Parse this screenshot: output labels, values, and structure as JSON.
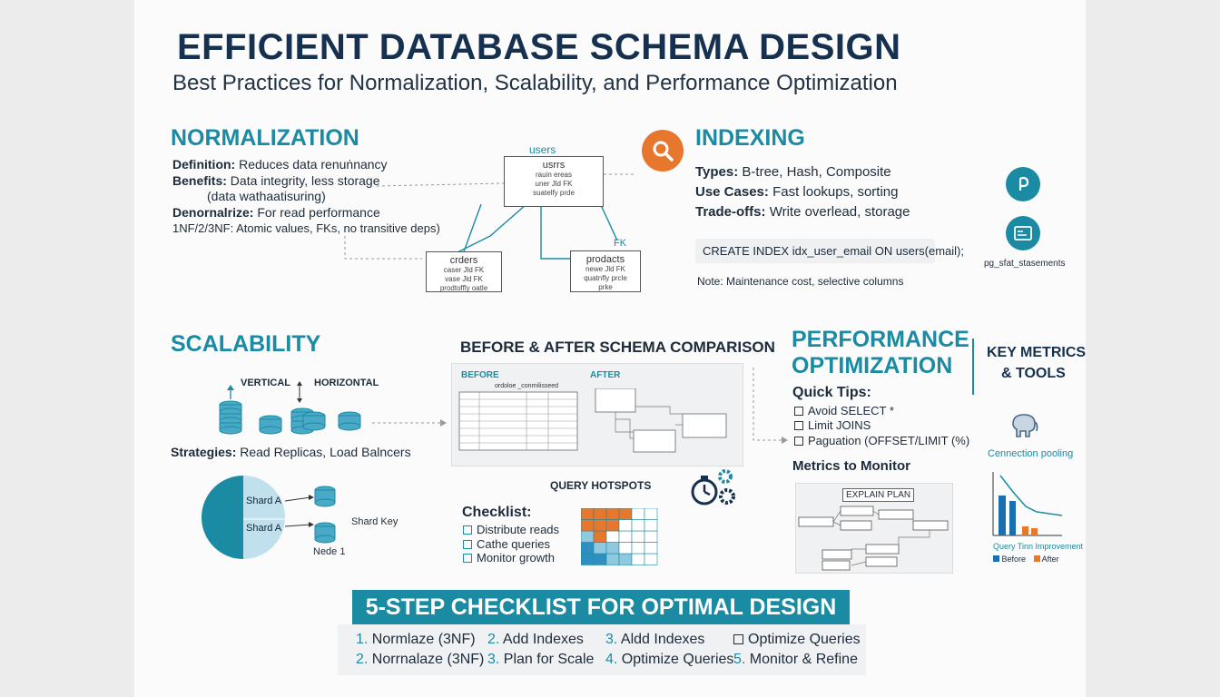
{
  "title": "EFFICIENT DATABASE SCHEMA DESIGN",
  "subtitle": "Best Practices for Normalization, Scalability, and Performance Optimization",
  "normalization": {
    "heading": "NORMALIZATION",
    "definition_label": "Definition:",
    "definition_text": "Reduces data renuṅnancy",
    "benefits_label": "Benefits:",
    "benefits_text": "Data integrity, less storage",
    "benefits_note": "(data wathaatisuring)",
    "denorm_label": "Denornalrize:",
    "denorm_text": "For read performance",
    "nf_text": "1NF/2/3NF: Atomic values, FKs, no transitive deps)"
  },
  "er_diagram": {
    "users_caption": "users",
    "users_title": "usrrs",
    "users_lines": [
      "rauin   ereas",
      "uner  Jld  FK",
      "suatelfy   prde"
    ],
    "orders_title": "crders",
    "orders_lines": [
      "caser  Jld  FK",
      "vase  Jld  FK",
      "prodtoffly   oatle"
    ],
    "products_title": "prodacts",
    "products_lines": [
      "newe  Jld  FK",
      "quatnfly   prcle",
      "prke"
    ],
    "fk_label": "FK"
  },
  "indexing": {
    "heading": "INDEXING",
    "types_label": "Types:",
    "types_text": "B-tree, Hash, Composite",
    "uses_label": "Use Cases:",
    "uses_text": "Fast lookups, sorting",
    "tradeoffs_label": "Trade-offs:",
    "tradeoffs_text": "Write overlead, storage",
    "code": "CREATE INDEX idx_user_email ON users(email);",
    "note": "Note: Maintenance cost, selective columns"
  },
  "tools_top": {
    "label": "pg_sfat_stasements"
  },
  "scalability": {
    "heading": "SCALABILITY",
    "vertical": "VERTICAL",
    "horizontal": "HORIZONTAL",
    "strategies_label": "Strategies:",
    "strategies_text": "Read Replicas, Load Balncers",
    "shard_a1": "Shard A",
    "shard_a2": "Shard A",
    "shard_key": "Shard Key",
    "node": "Nede 1"
  },
  "comparison": {
    "heading": "BEFORE & AFTER SCHEMA COMPARISON",
    "before": "BEFORE",
    "after": "AFTER",
    "table_caption": "ordoloe  _conrnilisseed"
  },
  "hotspots": {
    "heading": "QUERY HOTSPOTS",
    "grid": [
      [
        2,
        2,
        1,
        1,
        0,
        0
      ],
      [
        2,
        1,
        1,
        0,
        0,
        0
      ],
      [
        1,
        3,
        0,
        0,
        0,
        0
      ],
      [
        3,
        3,
        3,
        0,
        0,
        0
      ],
      [
        3,
        3,
        3,
        3,
        0,
        0
      ]
    ]
  },
  "checklist": {
    "heading": "Checklist:",
    "items": [
      "Distribute reads",
      "Cathe queries",
      "Monitor growth"
    ]
  },
  "performance": {
    "heading_line1": "PERFORMANCE",
    "heading_line2": "OPTIMIZATION",
    "tips_heading": "Quick Tips:",
    "tips": [
      "Avoid SELECT *",
      "Limit JOINS",
      "Paguation (OFFSET/LIMIT (%)"
    ],
    "metrics_heading": "Metrics to Monitor",
    "explain_label": "EXPLAIN PLAN"
  },
  "key_metrics": {
    "heading_line1": "KEY METRICS",
    "heading_line2": "& TOOLS",
    "pooling": "Cennection pooling",
    "chart_label": "Query Tinn Improvement",
    "legend_before": "Before",
    "legend_after": "After"
  },
  "checklist_banner": {
    "title": "5-STEP CHECKLIST FOR OPTIMAL DESIGN",
    "row1": [
      {
        "num": "1.",
        "text": "Normlaze (3NF)"
      },
      {
        "num": "2.",
        "text": "Add Indexes"
      },
      {
        "num": "3.",
        "text": "Aldd Indexes"
      },
      {
        "num": "",
        "text": "Optimize Queries"
      }
    ],
    "row2": [
      {
        "num": "2.",
        "text": "Norrnalaze (3NF)"
      },
      {
        "num": "3.",
        "text": "Plan for Scale"
      },
      {
        "num": "4.",
        "text": "Optimize Queries"
      },
      {
        "num": "5.",
        "text": "Monitor & Refine"
      }
    ]
  },
  "colors": {
    "accent": "#1a8ba3",
    "orange": "#e8772e",
    "navy": "#16304f"
  }
}
